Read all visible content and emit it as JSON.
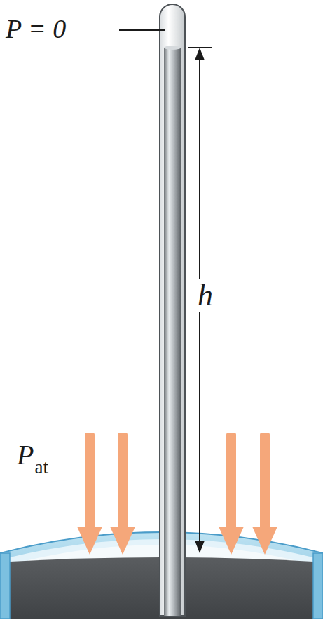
{
  "diagram": {
    "labels": [
      "P = 0",
      "h",
      "P",
      "at"
    ]
  }
}
